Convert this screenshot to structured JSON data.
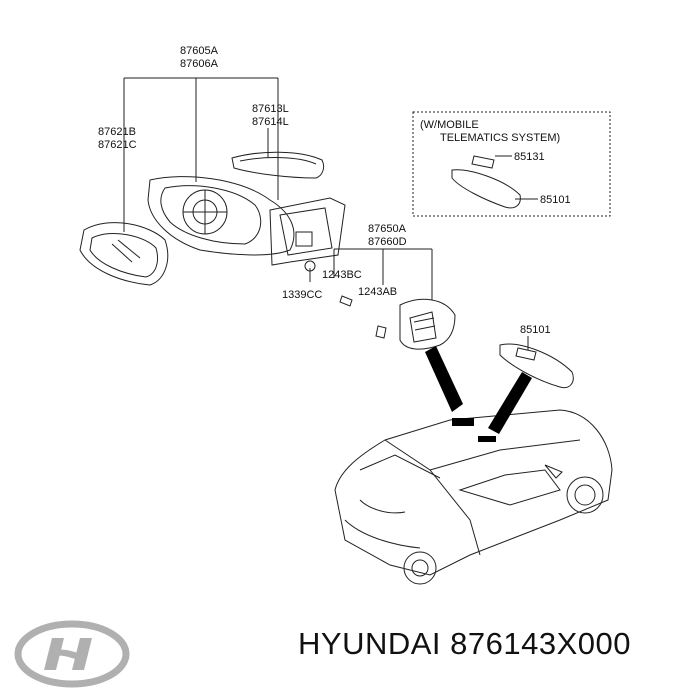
{
  "labels": {
    "mirror_assembly": [
      "87605A",
      "87606A"
    ],
    "mirror_glass": [
      "87621B",
      "87621C"
    ],
    "scalp_cover": [
      "87613L",
      "87614L"
    ],
    "bracket_cover": [
      "87650A",
      "87660D"
    ],
    "screw_a": "1243BC",
    "screw_b": "1243AB",
    "screw_c": "1339CC",
    "telematics_note": [
      "(W/MOBILE",
      "TELEMATICS SYSTEM)"
    ],
    "telematics_part_a": "85131",
    "telematics_part_b": "85101",
    "room_mirror": "85101"
  },
  "footer": {
    "brand": "HYUNDAI",
    "part_number": "876143X000"
  },
  "logo_icon": "hyundai-logo-icon"
}
